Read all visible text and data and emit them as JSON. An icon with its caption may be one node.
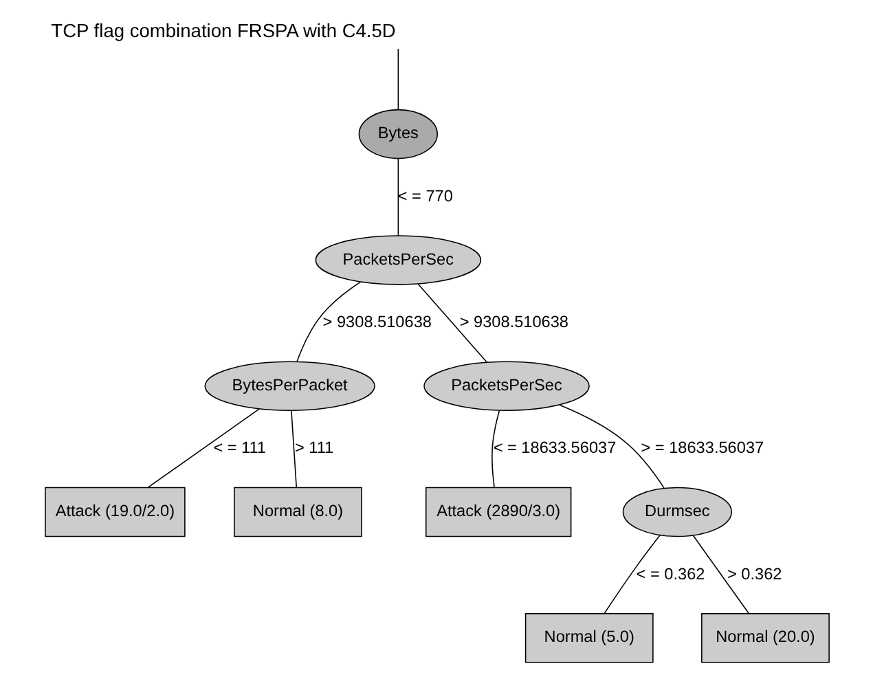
{
  "diagram": {
    "title": "TCP flag combination FRSPA with C4.5D",
    "nodes": [
      {
        "text": [
          "Bytes"
        ]
      },
      {
        "text": [
          "PacketsPerSec"
        ]
      },
      {
        "text": [
          "BytesPerPacket"
        ]
      },
      {
        "text": [
          "PacketsPerSec"
        ]
      },
      {
        "text": [
          "Attack (19.0/2.0)"
        ]
      },
      {
        "text": [
          "Normal (8.0)"
        ]
      },
      {
        "text": [
          "Attack (2890/3.0)"
        ]
      },
      {
        "text": [
          "Durmsec"
        ]
      },
      {
        "text": [
          "Normal (5.0)"
        ]
      },
      {
        "text": [
          "Normal (20.0)"
        ]
      }
    ],
    "edges": [
      {
        "from": null,
        "to": 0,
        "arrow": "none"
      },
      {
        "from": 0,
        "to": 1,
        "arrow": "none",
        "label": "< = 770"
      },
      {
        "from": 1,
        "to": 2,
        "arrow": "none",
        "label": "> 9308.510638"
      },
      {
        "from": 1,
        "to": 3,
        "arrow": "none",
        "label": "> 9308.510638"
      },
      {
        "from": 2,
        "to": 4,
        "arrow": "none",
        "label": "< = 111"
      },
      {
        "from": 2,
        "to": 5,
        "arrow": "none",
        "label": "> 111"
      },
      {
        "from": 3,
        "to": 6,
        "arrow": "none",
        "label": "< = 18633.56037"
      },
      {
        "from": 3,
        "to": 7,
        "arrow": "none",
        "label": "> = 18633.56037"
      },
      {
        "from": 7,
        "to": 8,
        "arrow": "none",
        "label": "< = 0.362"
      },
      {
        "from": 7,
        "to": 9,
        "arrow": "none",
        "label": "> 0.362"
      }
    ]
  }
}
